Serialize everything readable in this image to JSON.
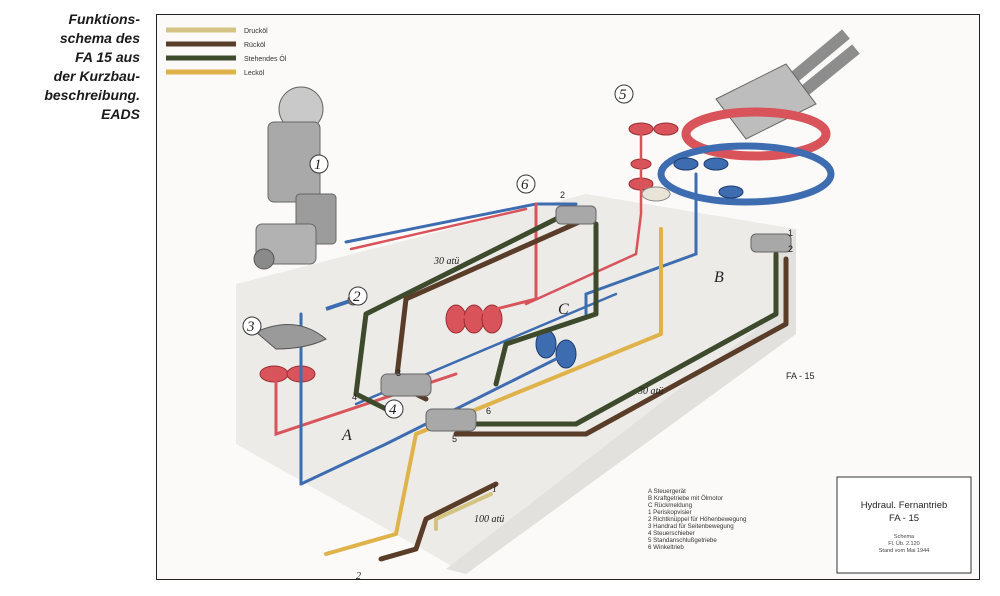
{
  "caption": {
    "lines": [
      "Funktions-",
      "schema des",
      "FA 15 aus",
      "der Kurzbau-",
      "beschreibung.",
      "EADS"
    ]
  },
  "legend": [
    {
      "label": "Drucköl",
      "color": "#d4c483"
    },
    {
      "label": "Rücköl",
      "color": "#5a3d28"
    },
    {
      "label": "Stehendes Öl",
      "color": "#3e4a2c"
    },
    {
      "label": "Lecköl",
      "color": "#e0b24a"
    }
  ],
  "colors": {
    "red": "#d9535a",
    "blue": "#3d6cb0",
    "gray": "#9a9a9a",
    "pink": "#e88b8d"
  },
  "callouts": {
    "n1": "1",
    "n2": "2",
    "n3": "3",
    "n4": "4",
    "n5": "5",
    "n6": "6",
    "A": "A",
    "B": "B",
    "C": "C",
    "s3": "3",
    "s4": "4",
    "s5": "5",
    "s6": "6",
    "s1r": "1",
    "s2r": "2",
    "s2t": "2"
  },
  "pressure_labels": {
    "p30a": "30 atü",
    "p30b": "30 atü",
    "p100": "100 atü",
    "in1": "1",
    "in2": "2",
    "fa15": "FA - 15"
  },
  "key_list": [
    "A  Steuergerät",
    "B  Kraftgetriebe mit Ölmotor",
    "C  Rückmeldung",
    "1  Periskopvisier",
    "2  Richtknüppel für Höhenbewegung",
    "3  Handrad für Seitenbewegung",
    "4  Steuerschieber",
    "5  Standanschlußgetriebe",
    "6  Winkeltrieb"
  ],
  "title_block": {
    "title1": "Hydraul. Fernantrieb",
    "title2": "FA - 15",
    "sub1": "Schema",
    "sub2": "Fl. Üb.  2.120",
    "sub3": "Stand vom Mai 1944"
  }
}
